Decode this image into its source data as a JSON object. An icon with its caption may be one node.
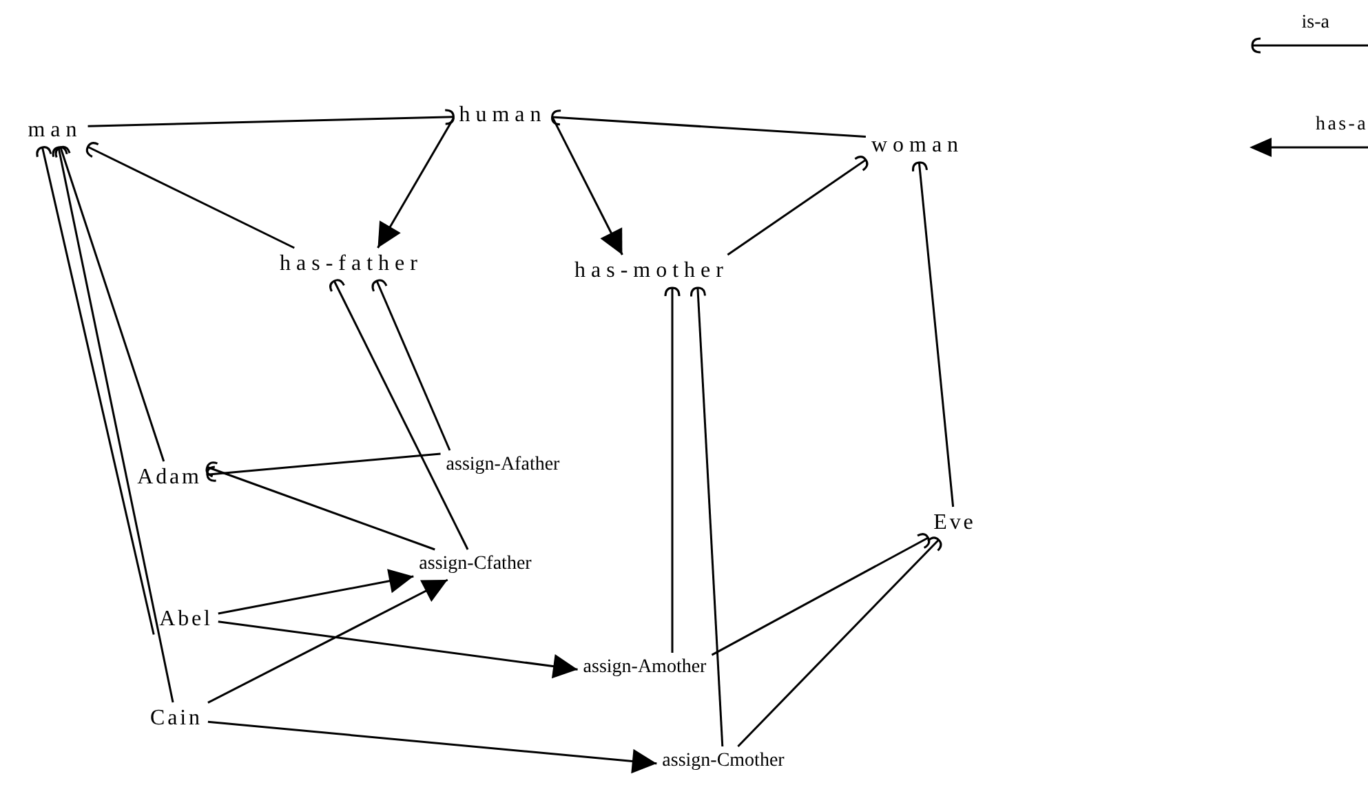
{
  "diagram": {
    "nodes": [
      {
        "text": [
          "human"
        ]
      },
      {
        "text": [
          "man"
        ]
      },
      {
        "text": [
          "woman"
        ]
      },
      {
        "text": [
          "has-father"
        ]
      },
      {
        "text": [
          "has-mother"
        ]
      },
      {
        "text": [
          "Adam"
        ]
      },
      {
        "text": [
          "assign-Afather"
        ]
      },
      {
        "text": [
          "Eve"
        ]
      },
      {
        "text": [
          "assign-Cfather"
        ]
      },
      {
        "text": [
          "Abel"
        ]
      },
      {
        "text": [
          "assign-Amother"
        ]
      },
      {
        "text": [
          "Cain"
        ]
      },
      {
        "text": [
          "assign-Cmother"
        ]
      }
    ],
    "edges": [
      {
        "from": 1,
        "to": 0,
        "arrow": "to"
      },
      {
        "from": 2,
        "to": 0,
        "arrow": "to"
      },
      {
        "from": 0,
        "to": 3,
        "arrow": "to"
      },
      {
        "from": 0,
        "to": 4,
        "arrow": "to"
      },
      {
        "from": 3,
        "to": 1,
        "arrow": "to"
      },
      {
        "from": 4,
        "to": 2,
        "arrow": "to"
      },
      {
        "from": 7,
        "to": 2,
        "arrow": "to"
      },
      {
        "from": 5,
        "to": 1,
        "arrow": "to"
      },
      {
        "from": 9,
        "to": 1,
        "arrow": "to"
      },
      {
        "from": 11,
        "to": 1,
        "arrow": "to"
      },
      {
        "from": 6,
        "to": 3,
        "arrow": "to"
      },
      {
        "from": 8,
        "to": 3,
        "arrow": "to"
      },
      {
        "from": 6,
        "to": 5,
        "arrow": "to"
      },
      {
        "from": 8,
        "to": 5,
        "arrow": "to"
      },
      {
        "from": 9,
        "to": 8,
        "arrow": "to"
      },
      {
        "from": 11,
        "to": 8,
        "arrow": "to"
      },
      {
        "from": 9,
        "to": 10,
        "arrow": "to"
      },
      {
        "from": 11,
        "to": 12,
        "arrow": "to"
      },
      {
        "from": 10,
        "to": 4,
        "arrow": "to"
      },
      {
        "from": 12,
        "to": 4,
        "arrow": "to"
      },
      {
        "from": 10,
        "to": 7,
        "arrow": "to"
      },
      {
        "from": 12,
        "to": 7,
        "arrow": "to"
      }
    ],
    "legend": [
      {
        "text": "is-a"
      },
      {
        "text": "has-a"
      }
    ]
  }
}
